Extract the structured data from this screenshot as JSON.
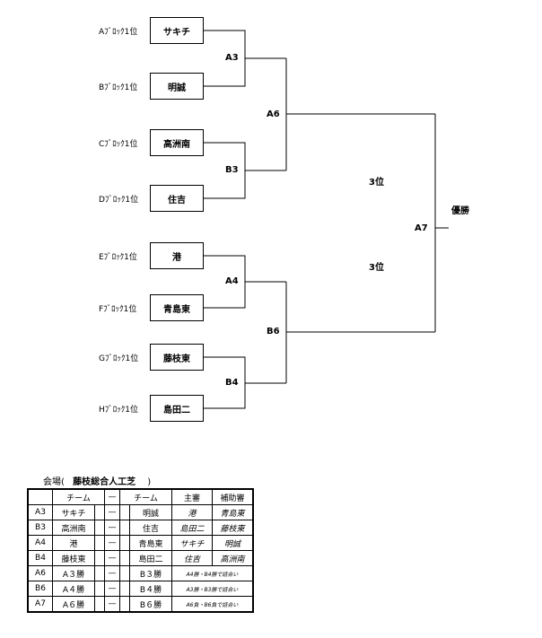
{
  "bracket": {
    "slots": [
      {
        "label": "Aﾌﾞﾛｯｸ1位",
        "team": "サキチ"
      },
      {
        "label": "Bﾌﾞﾛｯｸ1位",
        "team": "明誠"
      },
      {
        "label": "Cﾌﾞﾛｯｸ1位",
        "team": "高洲南"
      },
      {
        "label": "Dﾌﾞﾛｯｸ1位",
        "team": "住吉"
      },
      {
        "label": "Eﾌﾞﾛｯｸ1位",
        "team": "港"
      },
      {
        "label": "Fﾌﾞﾛｯｸ1位",
        "team": "青島東"
      },
      {
        "label": "Gﾌﾞﾛｯｸ1位",
        "team": "藤枝東"
      },
      {
        "label": "Hﾌﾞﾛｯｸ1位",
        "team": "島田二"
      }
    ],
    "matches": {
      "a3": "A3",
      "b3": "B3",
      "a4": "A4",
      "b4": "B4",
      "a6": "A6",
      "b6": "B6",
      "a7": "A7"
    },
    "third_place_1": "3位",
    "third_place_2": "3位",
    "champion": "優勝"
  },
  "venue": {
    "prefix": "会場(",
    "name": "藤枝総合人工芝",
    "suffix": ")"
  },
  "table": {
    "headers": {
      "team1": "チーム",
      "dash": "—",
      "team2": "チーム",
      "main_ref": "主審",
      "assist_ref": "補助審"
    },
    "rows": [
      {
        "id": "A3",
        "team1": "サキチ",
        "dash": "—",
        "team2": "明誠",
        "main_ref": "港",
        "assist_ref": "青島東"
      },
      {
        "id": "B3",
        "team1": "高洲南",
        "dash": "—",
        "team2": "住吉",
        "main_ref": "島田二",
        "assist_ref": "藤枝東"
      },
      {
        "id": "A4",
        "team1": "港",
        "dash": "—",
        "team2": "青島東",
        "main_ref": "サキチ",
        "assist_ref": "明誠"
      },
      {
        "id": "B4",
        "team1": "藤枝東",
        "dash": "—",
        "team2": "島田二",
        "main_ref": "住吉",
        "assist_ref": "高洲南"
      },
      {
        "id": "A6",
        "team1": "A３勝",
        "dash": "—",
        "team2": "B３勝",
        "note": "A4勝・B4勝で話合い"
      },
      {
        "id": "B6",
        "team1": "A４勝",
        "dash": "—",
        "team2": "B４勝",
        "note": "A3勝・B3勝で話合い"
      },
      {
        "id": "A7",
        "team1": "A６勝",
        "dash": "—",
        "team2": "B６勝",
        "note": "A6負・B6負で話合い"
      }
    ]
  }
}
